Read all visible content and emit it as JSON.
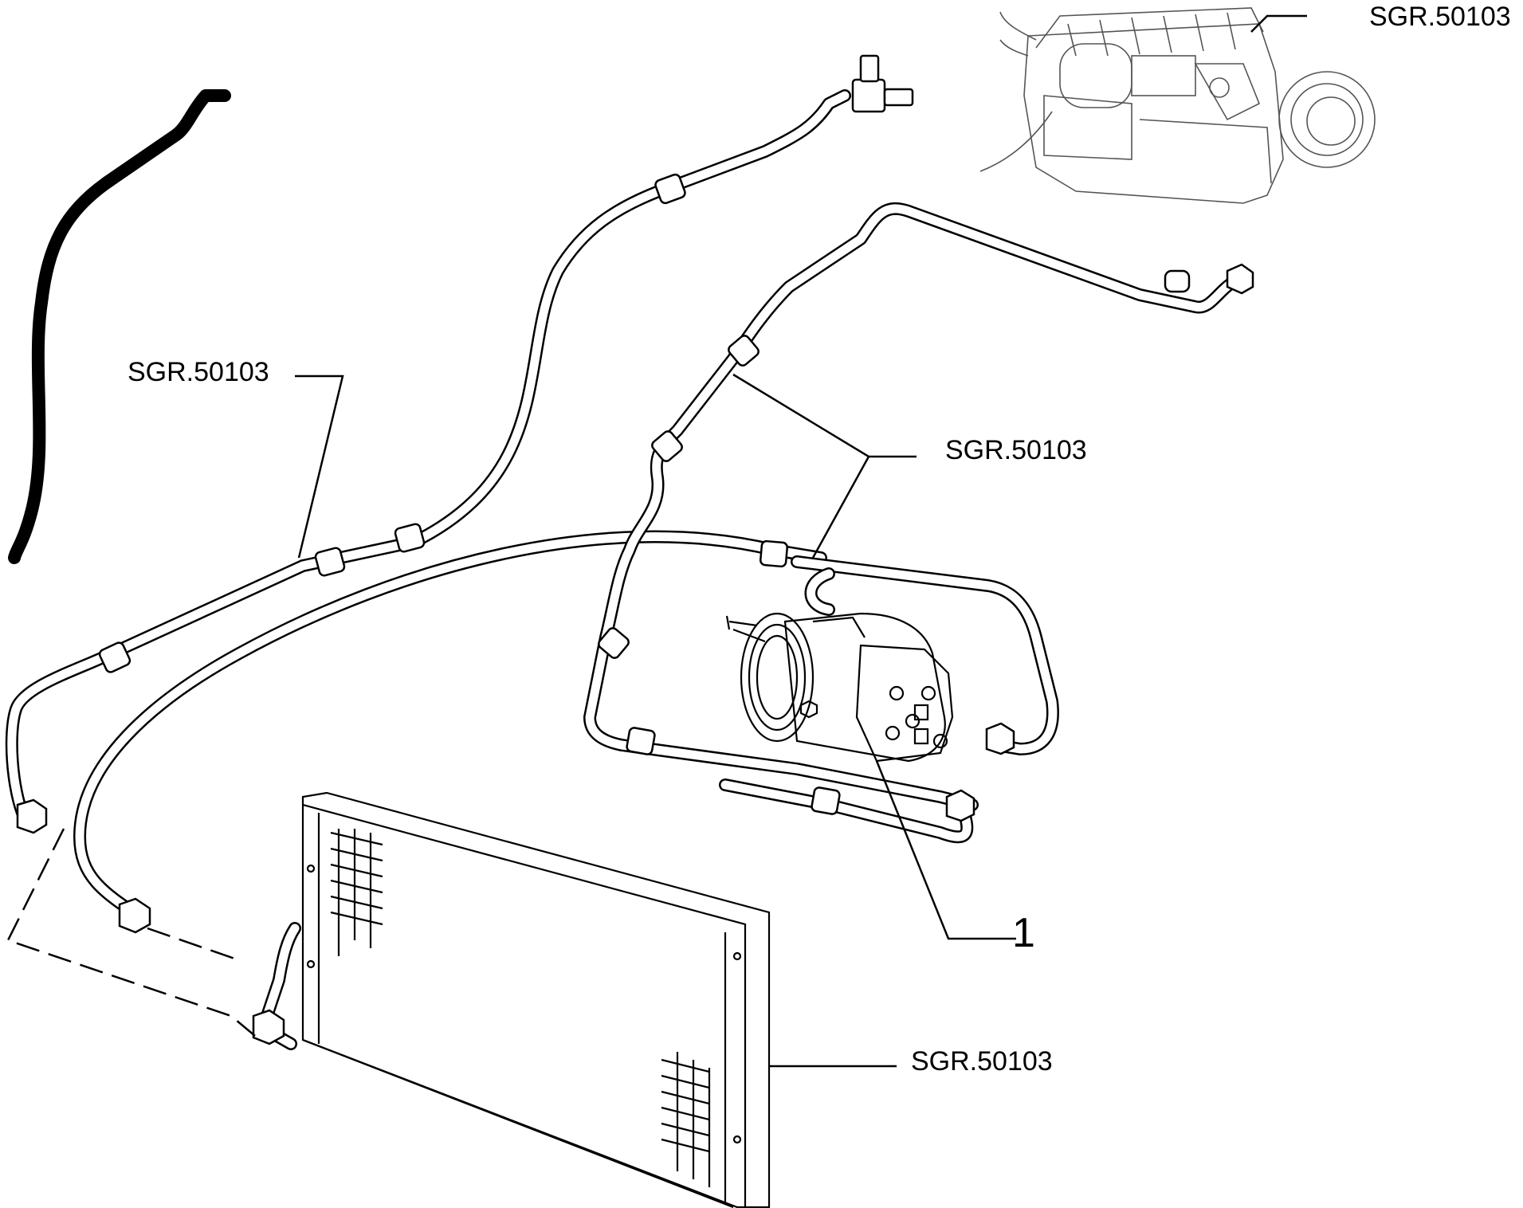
{
  "diagram": {
    "callouts": [
      {
        "id": "engine",
        "text": "SGR.50103"
      },
      {
        "id": "left-hose",
        "text": "SGR.50103"
      },
      {
        "id": "center-hoses",
        "text": "SGR.50103"
      },
      {
        "id": "condenser",
        "text": "SGR.50103"
      }
    ],
    "part_number": "1"
  }
}
